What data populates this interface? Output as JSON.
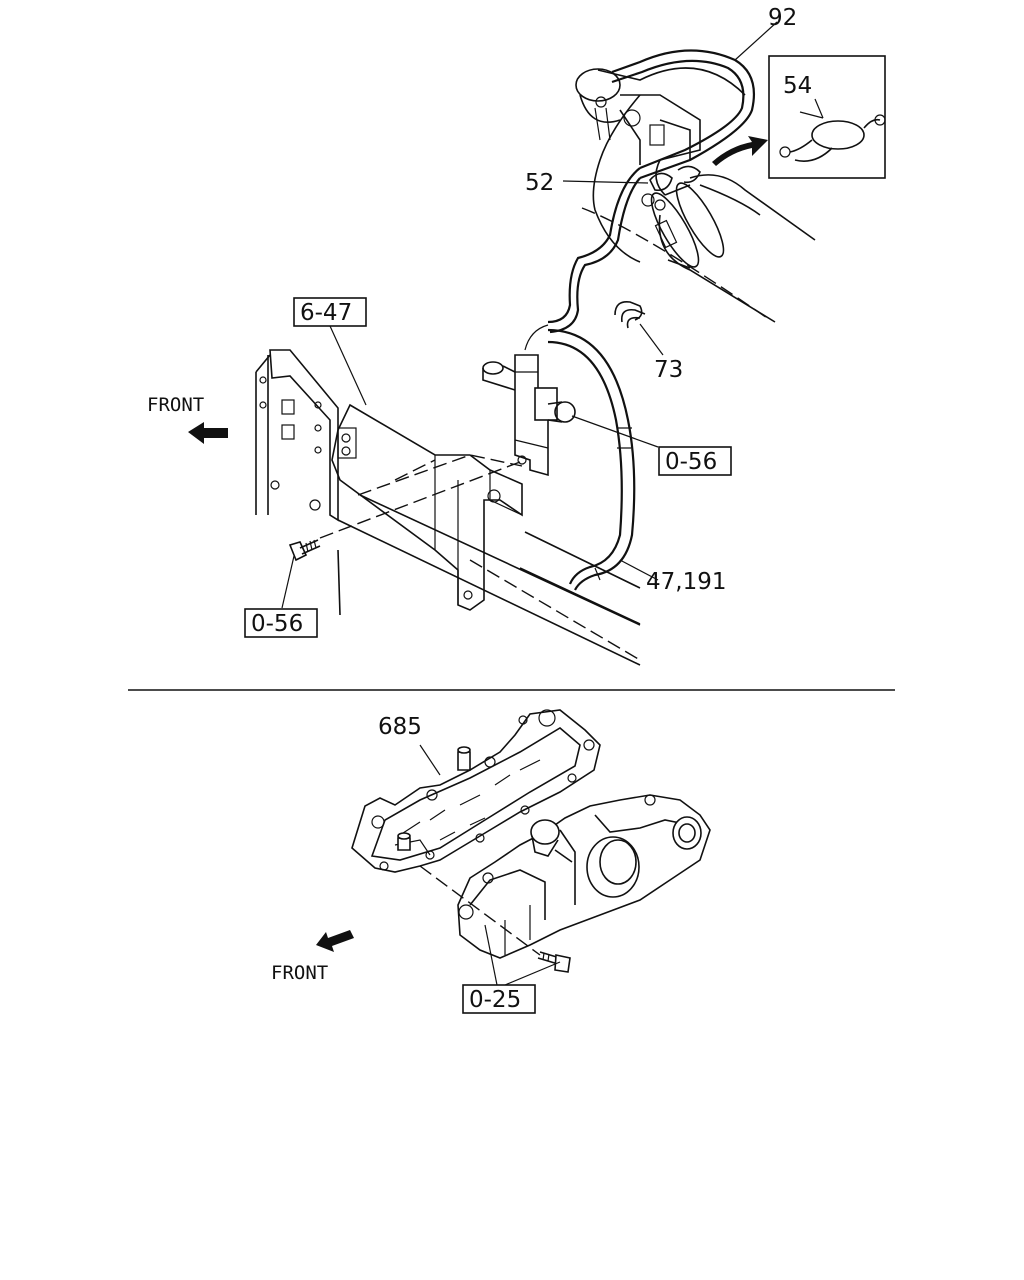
{
  "labels": {
    "part_92": "92",
    "part_54": "54",
    "part_52": "52",
    "part_73": "73",
    "ref_6_47": "6-47",
    "front_top": "FRONT",
    "ref_0_56_right": "0-56",
    "ref_0_56_left": "0-56",
    "part_47_191": "47,191",
    "part_685": "685",
    "front_bottom": "FRONT",
    "ref_0_25": "0-25"
  },
  "colors": {
    "line": "#111111",
    "background": "#ffffff"
  }
}
